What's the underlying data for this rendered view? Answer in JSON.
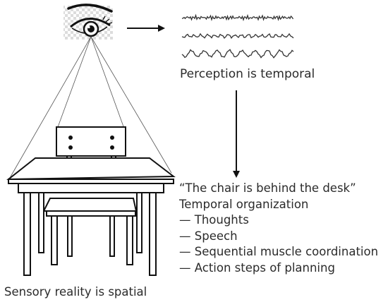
{
  "labels": {
    "perception": "Perception is temporal",
    "sensory": "Sensory reality is spatial",
    "quote": "“The chair is behind the desk”",
    "organization": "Temporal organization",
    "items": [
      "— Thoughts",
      "— Speech",
      "— Sequential muscle coordination",
      "— Action steps of planning"
    ]
  },
  "icons": {
    "eye": "eye-icon",
    "signal": "waveform-icon",
    "desk": "desk-icon",
    "chair": "chair-icon"
  },
  "colors": {
    "ink": "#1a1a1a",
    "text": "#2b2b2b",
    "checker_light": "#ffffff",
    "checker_dark": "#dcdcdc"
  }
}
